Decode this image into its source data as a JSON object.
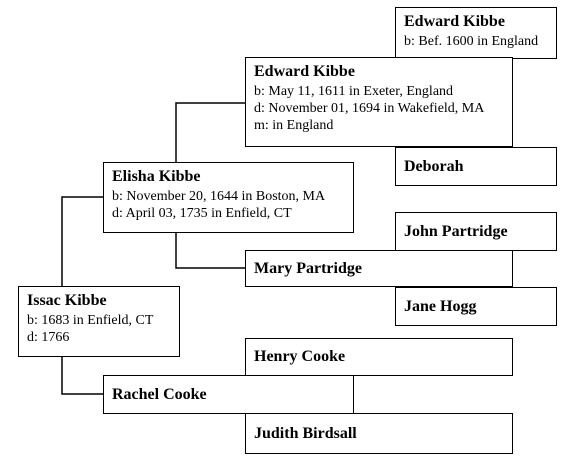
{
  "tree": {
    "edward_kibbe_sr": {
      "name": "Edward Kibbe",
      "born": "b: Bef. 1600 in England"
    },
    "edward_kibbe": {
      "name": "Edward Kibbe",
      "born": "b: May 11, 1611 in Exeter, England",
      "died": "d: November 01, 1694 in Wakefield, MA",
      "married": "m: in England"
    },
    "deborah": {
      "name": "Deborah"
    },
    "elisha_kibbe": {
      "name": "Elisha Kibbe",
      "born": "b: November 20, 1644 in Boston, MA",
      "died": "d: April 03, 1735 in Enfield, CT"
    },
    "john_partridge": {
      "name": "John Partridge"
    },
    "mary_partridge": {
      "name": "Mary Partridge"
    },
    "jane_hogg": {
      "name": "Jane Hogg"
    },
    "issac_kibbe": {
      "name": "Issac Kibbe",
      "born": "b: 1683 in Enfield, CT",
      "died": "d: 1766"
    },
    "henry_cooke": {
      "name": "Henry Cooke"
    },
    "rachel_cooke": {
      "name": "Rachel Cooke"
    },
    "judith_birdsall": {
      "name": "Judith Birdsall"
    }
  }
}
